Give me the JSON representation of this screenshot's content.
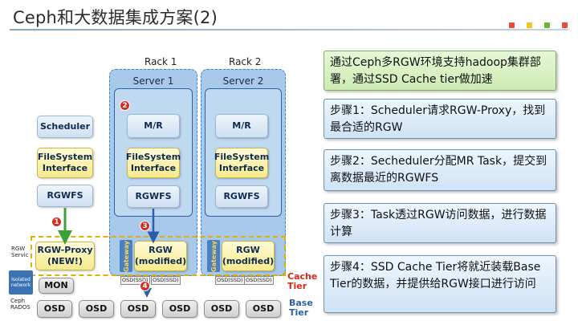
{
  "title": "Ceph和大数据集成方案(2)",
  "colors": {
    "accent_dot_1": "#e84a3c",
    "accent_dot_2": "#f3c623",
    "accent_dot_3": "#6fb23a",
    "accent_dot_4": "#e84a3c"
  },
  "diagram": {
    "rack1_label": "Rack 1",
    "rack2_label": "Rack 2",
    "server1_title": "Server 1",
    "server2_title": "Server 2",
    "scheduler": "Scheduler",
    "filesystem_interface": "FileSystem\nInterface",
    "rgwfs": "RGWFS",
    "rgw_proxy": "RGW-Proxy\n(NEW!)",
    "mr": "M/R",
    "rgw_modified": "RGW\n(modified)",
    "gateway": "Gateway",
    "mon": "MON",
    "osd": "OSD",
    "osd_ssd": "OSD(SSD)",
    "rgw_service_label": "RGW\nServic",
    "isolated_network": "Isolated\nnetwork",
    "ceph_rados_label": "Ceph\nRADOS",
    "cache_tier": "Cache\nTier",
    "base_tier": "Base\nTier",
    "step_numbers": [
      "1",
      "2",
      "3",
      "4"
    ]
  },
  "callouts": [
    "通过Ceph多RGW环境支持hadoop集群部署，通过SSD Cache tier做加速",
    "步骤1：Scheduler请求RGW-Proxy，找到最合适的RGW",
    "步骤2：Secheduler分配MR Task，提交到离数据最近的RGWFS",
    "步骤3：Task透过RGW访问数据，进行数据计算",
    "步骤4：SSD Cache Tier将就近装载Base Tier的数据，并提供给RGW接口进行访问"
  ]
}
